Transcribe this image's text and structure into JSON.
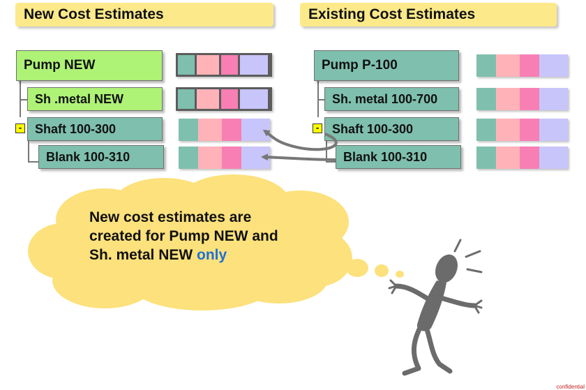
{
  "headers": {
    "new": "New Cost Estimates",
    "existing": "Existing Cost Estimates"
  },
  "new_tree": {
    "pump": "Pump NEW",
    "sheet_metal": "Sh .metal NEW",
    "shaft": "Shaft  100-300",
    "blank": "Blank  100-310"
  },
  "existing_tree": {
    "pump": "Pump P-100",
    "sheet_metal": "Sh. metal  100-700",
    "shaft": "Shaft  100-300",
    "blank": "Blank  100-310"
  },
  "expander_symbol": "-",
  "cloud": {
    "line1": "New cost estimates are",
    "line2": "created for Pump NEW and",
    "line3_prefix": "Sh. metal NEW ",
    "line3_highlight": "only"
  },
  "footer": "confidential",
  "colors": {
    "banner": "#fce98a",
    "new_node": "#aef276",
    "existing_node": "#7ec0ad",
    "cost_teal": "#7ec0ad",
    "cost_pink": "#ffb3b8",
    "cost_magenta": "#f77fb4",
    "cost_lavender": "#c8c5fb",
    "highlight_text": "#1f6fd6",
    "figure": "#6b6b6b"
  }
}
